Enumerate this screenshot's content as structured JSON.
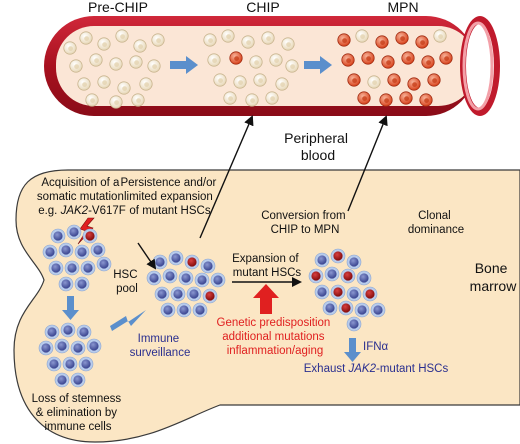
{
  "stages": {
    "pre_chip": "Pre-CHIP",
    "chip": "CHIP",
    "mpn": "MPN"
  },
  "locations": {
    "peripheral_blood": [
      "Peripheral",
      "blood"
    ],
    "bone_marrow": [
      "Bone",
      "marrow"
    ]
  },
  "steps": {
    "acquisition": [
      "Acquisition of a",
      "somatic mutation",
      "e.g. ",
      "JAK2",
      "-V617F"
    ],
    "persistence": [
      "Persistence and/or",
      "limited expansion",
      "of mutant HSCs"
    ],
    "hsc_pool": [
      "HSC",
      "pool"
    ],
    "immune_surveillance": [
      "Immune",
      "surveillance"
    ],
    "loss_of_stemness": [
      "Loss of stemness",
      "& elimination by",
      "immune cells"
    ],
    "expansion": [
      "Expansion of",
      "mutant HSCs"
    ],
    "conversion": [
      "Conversion from",
      "CHIP to MPN"
    ],
    "clonal_dominance": [
      "Clonal",
      "dominance"
    ],
    "risk_factors": [
      "Genetic predisposition",
      "additional mutations",
      "inflammation/aging"
    ],
    "ifn": "IFNα",
    "exhaust": [
      "Exhaust ",
      "JAK2",
      "-mutant HSCs"
    ]
  },
  "colors": {
    "vessel_wall": "#b5162b",
    "vessel_lumen": "#fbe6d6",
    "marrow_fill": "#fbe6c4",
    "normal_cell": "#6a76b5",
    "mutant_cell": "#b01818",
    "blue_arrow": "#5b8fcc",
    "red_arrow": "#e02020",
    "blue_text": "#2a2f8f",
    "red_text": "#e02020"
  }
}
